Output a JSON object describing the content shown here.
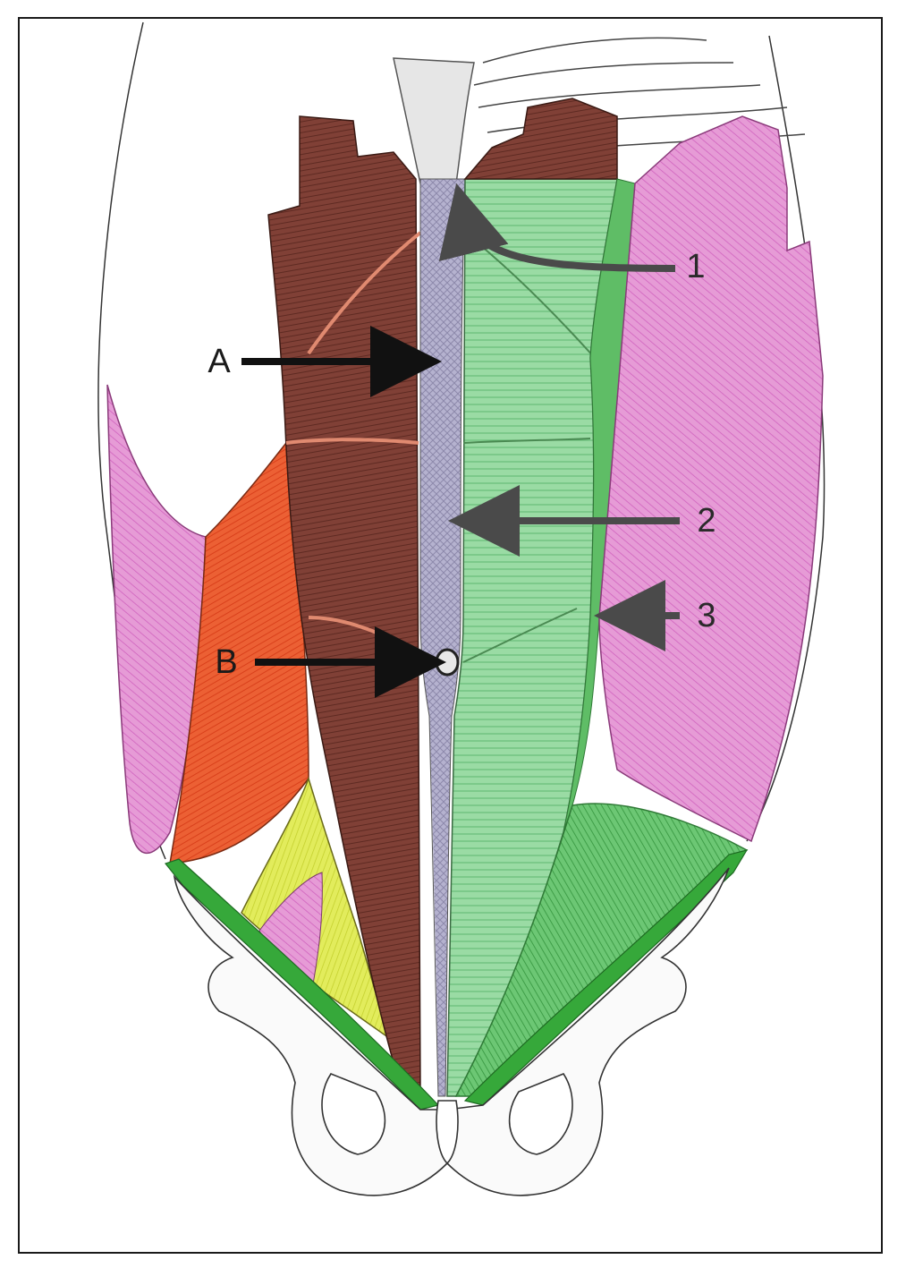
{
  "labels": {
    "A": "A",
    "B": "B",
    "one": "1",
    "two": "2",
    "three": "3"
  },
  "colors": {
    "rectus_left": "#7a3b32",
    "rectus_right_sheath": "#8fd39a",
    "linea_alba": "#a9a6c4",
    "external_oblique": "#d977c4",
    "internal_oblique": "#e8542c",
    "transversus": "#d9e84a",
    "inguinal_ligament": "#3aa83a",
    "bone": "#f4f4f4",
    "arrow_black": "#111111",
    "arrow_gray": "#4a4a4a"
  }
}
